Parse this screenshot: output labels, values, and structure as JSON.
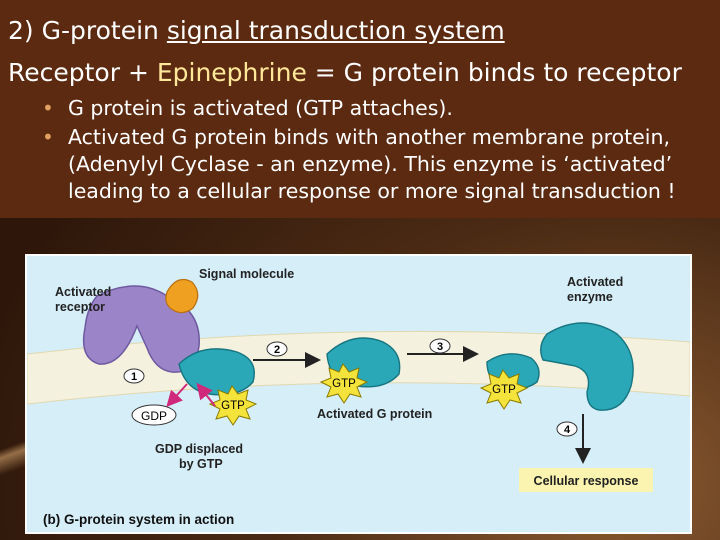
{
  "slide": {
    "line1_prefix": "2) G-protein ",
    "line1_underlined": "signal transduction system",
    "line2_part1": "Receptor + ",
    "line2_highlight": "Epinephrine",
    "line2_part2": " = G protein binds to receptor",
    "bullets": [
      "G protein is activated (GTP attaches).",
      "Activated G protein binds with another membrane protein, (Adenylyl Cyclase - an enzyme).  This enzyme is ‘activated’ leading to a cellular response or more signal transduction !"
    ]
  },
  "figure": {
    "signal_molecule": "Signal molecule",
    "activated_receptor_1": "Activated",
    "activated_receptor_2": "receptor",
    "activated_enzyme_1": "Activated",
    "activated_enzyme_2": "enzyme",
    "step1": "1",
    "step2": "2",
    "step3": "3",
    "step4": "4",
    "gdp": "GDP",
    "gtp": "GTP",
    "gdp_displaced_1": "GDP displaced",
    "gdp_displaced_2": "by GTP",
    "activated_g_protein": "Activated G protein",
    "cellular_response": "Cellular response",
    "caption": "(b) G-protein system in action",
    "colors": {
      "receptor": "#9b84c8",
      "signal": "#f0a020",
      "g_protein": "#2aa8b8",
      "enzyme": "#2aa8b8",
      "gtp_star": "#f4e33a",
      "membrane": "#f4f1de",
      "cellular_response_bg": "#fbf4b0"
    }
  }
}
